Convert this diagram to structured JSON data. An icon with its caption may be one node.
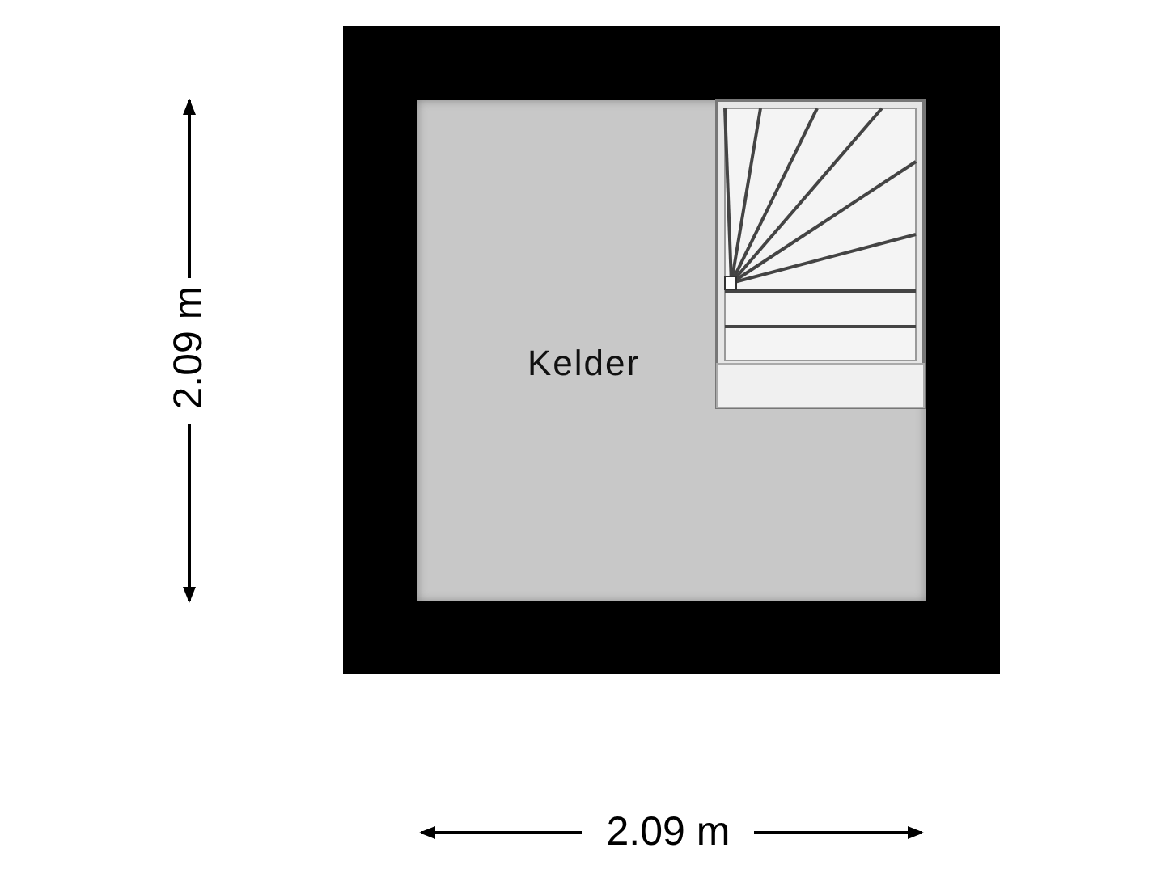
{
  "diagram": {
    "nodes": [
      {
        "text": [
          "Kelder"
        ]
      }
    ],
    "labels": [
      "2.09 m",
      "2.09 m"
    ]
  }
}
